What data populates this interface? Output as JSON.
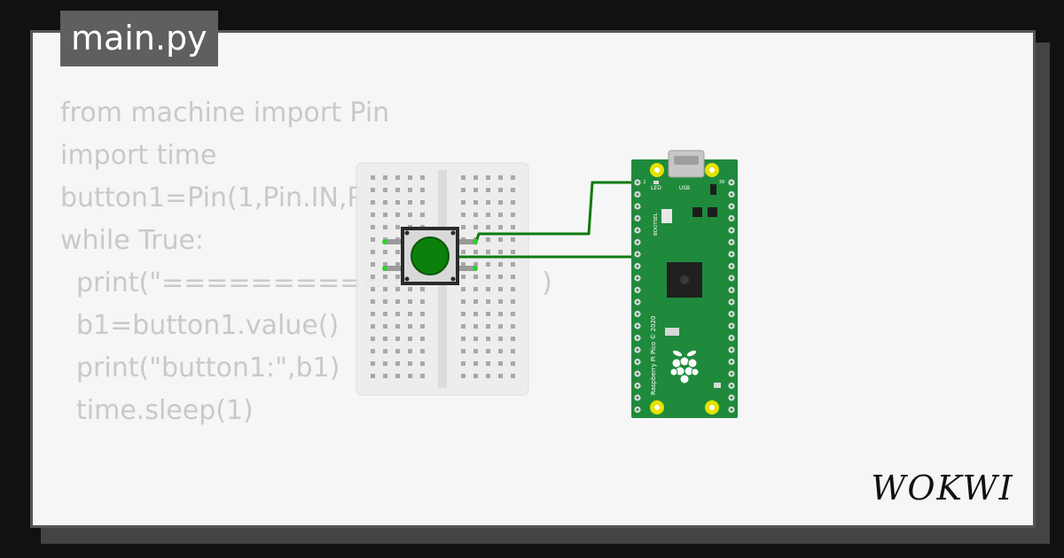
{
  "file_tab": {
    "title": "main.py"
  },
  "code": {
    "lines": [
      {
        "text": "from machine import Pin",
        "indent": false
      },
      {
        "text": "import time",
        "indent": false
      },
      {
        "text": "button1=Pin(1,Pin.IN,P",
        "indent": false
      },
      {
        "text": "while True:",
        "indent": false
      },
      {
        "text": "print(\"===========                )",
        "indent": true
      },
      {
        "text": "b1=button1.value()",
        "indent": true
      },
      {
        "text": "print(\"button1:\",b1)",
        "indent": true
      },
      {
        "text": "time.sleep(1)",
        "indent": true
      }
    ]
  },
  "pico": {
    "labels": {
      "led": "LED",
      "usb": "USB",
      "bootsel": "BOOTSEL",
      "board_name": "Raspberry Pi Pico © 2020",
      "pin_left": "2",
      "pin_right": "39"
    }
  },
  "brand": {
    "name": "WOKWI"
  },
  "colors": {
    "wire": "#0d7a0d",
    "board": "#1f8a3c",
    "button_cap": "#0b7f0b",
    "pad": "#e5e200"
  }
}
